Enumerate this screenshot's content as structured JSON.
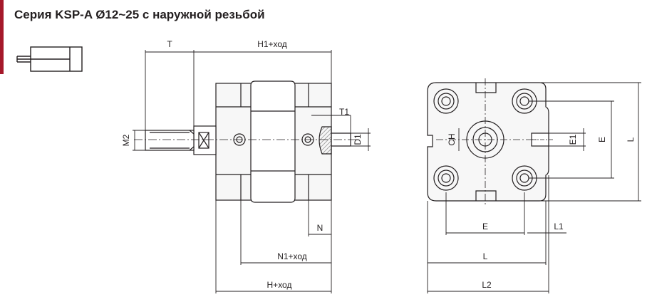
{
  "title": "Серия KSP-A Ø12~25 с наружной резьбой",
  "colors": {
    "accent": "#a5182a",
    "line": "#231f20",
    "fill": "#f7f7f7",
    "hatch": "#8a8a8a"
  },
  "side_view": {
    "labels": {
      "T": "T",
      "H1_stroke": "H1+ход",
      "T1": "T1",
      "M2": "M2",
      "D1": "D1",
      "N": "N",
      "N1_stroke": "N1+ход",
      "H_stroke": "H+ход"
    }
  },
  "front_view": {
    "labels": {
      "CH": "CH",
      "E1": "E1",
      "E_vertical": "E",
      "L_vertical": "L",
      "E_horizontal": "E",
      "L1": "L1",
      "L_horizontal": "L",
      "L2": "L2"
    }
  }
}
